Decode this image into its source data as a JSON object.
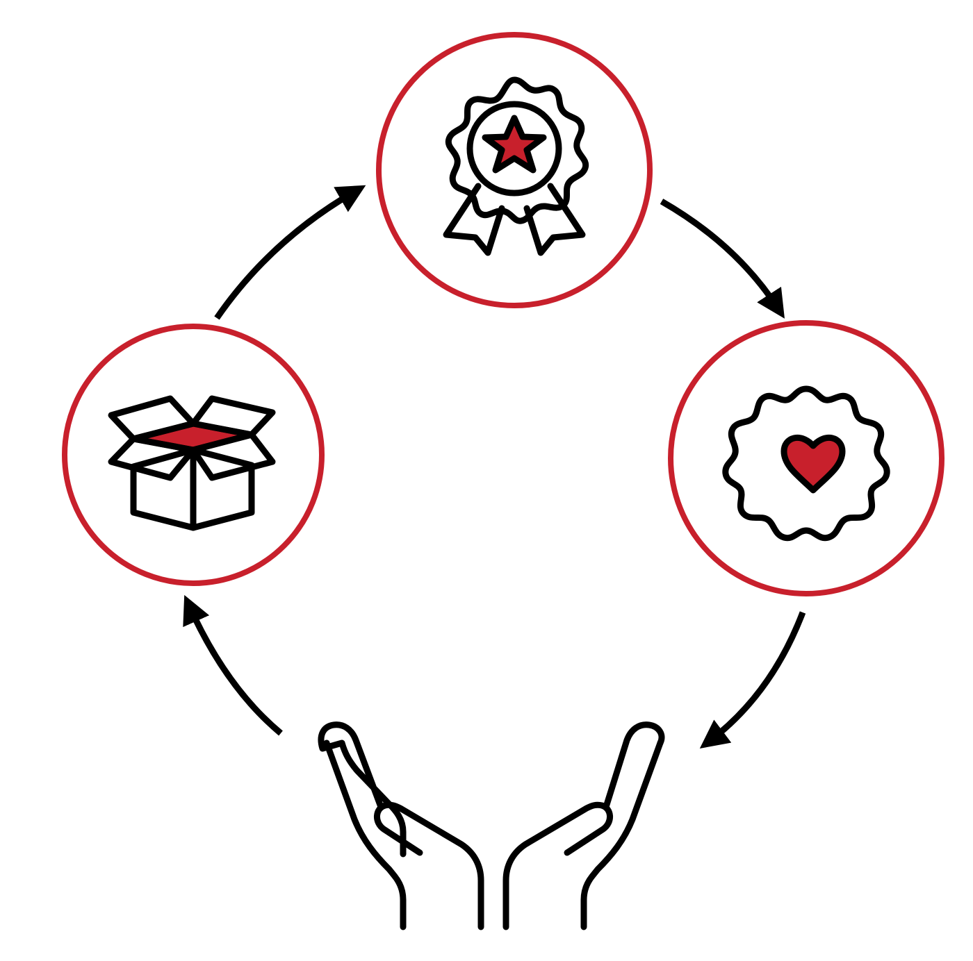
{
  "colors": {
    "background": "#ffffff",
    "accent": "#c8202c",
    "ink": "#000000"
  },
  "nodes": [
    {
      "id": "quality",
      "icon": "award-ribbon-star-icon"
    },
    {
      "id": "care",
      "icon": "gear-heart-icon"
    },
    {
      "id": "giving",
      "icon": "open-hands-icon"
    },
    {
      "id": "product",
      "icon": "open-box-icon"
    }
  ],
  "cycle_direction": "clockwise"
}
